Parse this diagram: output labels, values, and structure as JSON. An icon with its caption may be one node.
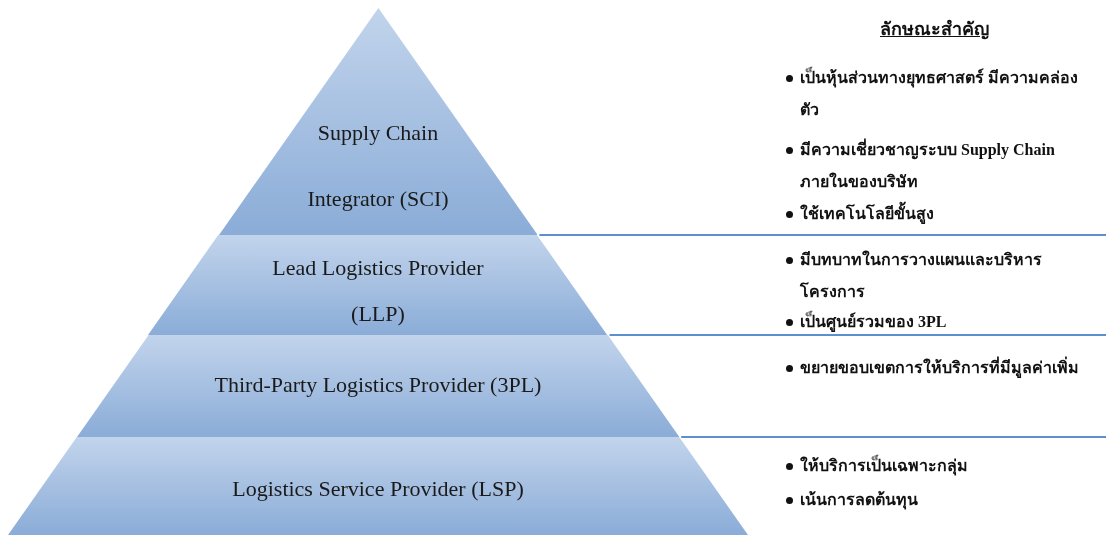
{
  "diagram": {
    "nodes": [
      {
        "text": [
          "Supply Chain Integrator (SCI)"
        ]
      },
      {
        "text": [
          "Lead Logistics Provider (LLP)"
        ]
      },
      {
        "text": [
          "Third-Party Logistics Provider (3PL)"
        ]
      },
      {
        "text": [
          "Logistics Service Provider (LSP)"
        ]
      }
    ],
    "labels": [
      "ลักษณะสำคัญ",
      "เป็นหุ้นส่วนทางยุทธศาสตร์ มีความคล่องตัว",
      "มีความเชี่ยวชาญระบบ Supply Chain ภายในของบริษัท",
      "ใช้เทคโนโลยีขั้นสูง",
      "มีบทบาทในการวางแผนและบริหารโครงการ",
      "เป็นศูนย์รวมของ 3PL",
      "ขยายขอบเขตการให้บริการที่มีมูลค่าเพิ่ม",
      "ให้บริการเป็นเฉพาะกลุ่ม",
      "เน้นการลดต้นทุน"
    ]
  }
}
